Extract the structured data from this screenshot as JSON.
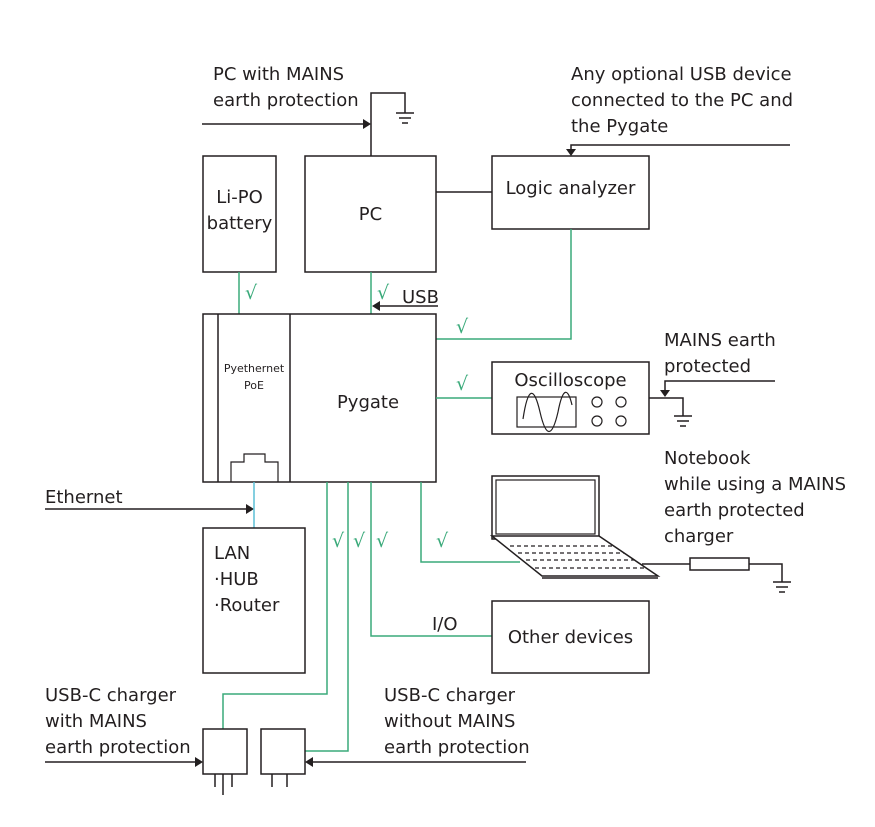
{
  "diagram": {
    "nodes": {
      "pc": "PC",
      "lipo_line1": "Li-PO",
      "lipo_line2": "battery",
      "logic_analyzer": "Logic analyzer",
      "pyethernet_line1": "Pyethernet",
      "pyethernet_line2": "PoE",
      "pygate": "Pygate",
      "oscilloscope": "Oscilloscope",
      "lan_title": "LAN",
      "lan_item1": "·HUB",
      "lan_item2": "·Router",
      "other_devices": "Other devices"
    },
    "annotations": {
      "pc_mains_line1": "PC with MAINS",
      "pc_mains_line2": "earth protection",
      "usb_device_line1": "Any optional USB device",
      "usb_device_line2": "connected to the PC and",
      "usb_device_line3": "the Pygate",
      "osc_mains_line1": "MAINS earth",
      "osc_mains_line2": "protected",
      "notebook_line1": "Notebook",
      "notebook_line2": "while using a MAINS",
      "notebook_line3": "earth protected",
      "notebook_line4": "charger",
      "ethernet": "Ethernet",
      "usb_label": "USB",
      "io_label": "I/O",
      "charger_earth_line1": "USB-C charger",
      "charger_earth_line2": "with MAINS",
      "charger_earth_line3": "earth protection",
      "charger_noearth_line1": "USB-C charger",
      "charger_noearth_line2": "without MAINS",
      "charger_noearth_line3": "earth protection"
    },
    "check_mark": "√",
    "colors": {
      "safe_connection": "#3aaa7a",
      "ethernet_connection": "#5bbfd6",
      "outline": "#231f20"
    },
    "icons": {
      "ground": "ground-symbol",
      "laptop": "laptop",
      "oscilloscope_screen": "sine-wave",
      "rj45_port": "ethernet-port",
      "plug": "power-plug"
    }
  }
}
